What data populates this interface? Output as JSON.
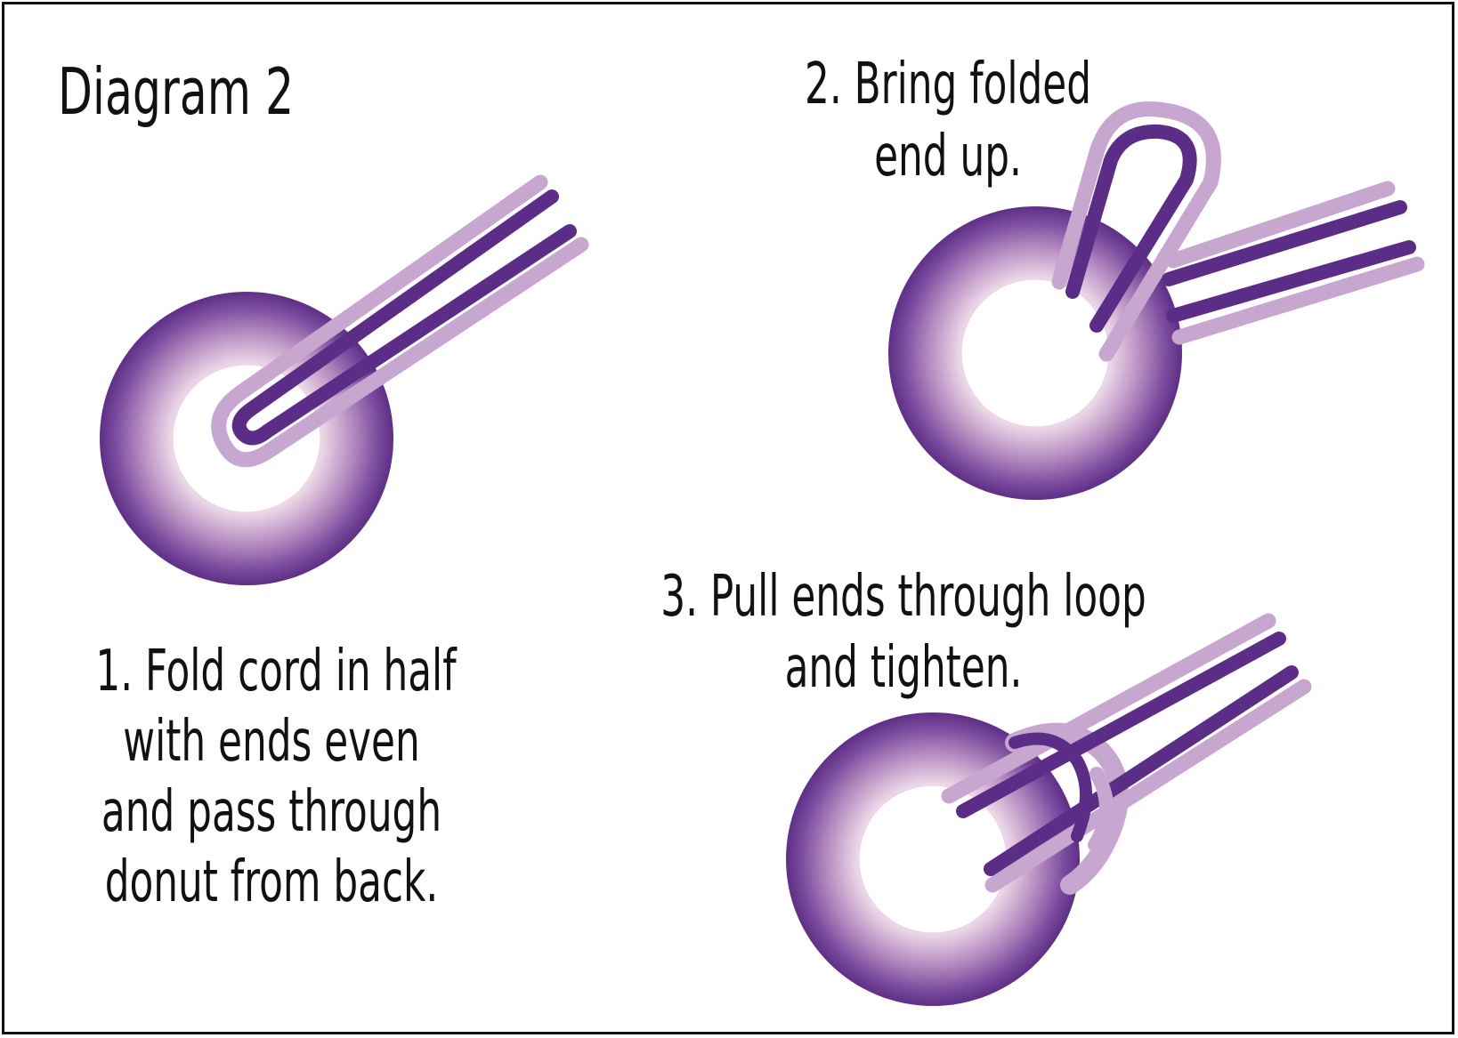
{
  "title": "Diagram 2",
  "steps": [
    {
      "lines": [
        "1. Fold cord in half",
        "with ends even",
        "and pass through",
        "donut from back."
      ]
    },
    {
      "lines": [
        "2. Bring folded",
        "end up."
      ]
    },
    {
      "lines": [
        "3. Pull ends through loop",
        "and tighten."
      ]
    }
  ],
  "colors": {
    "cord_dark": "#5b2d86",
    "cord_light": "#c7a6d0",
    "donut_dark": "#6b3a92",
    "donut_light": "#ead6e6",
    "border": "#111111",
    "text": "#111111"
  }
}
